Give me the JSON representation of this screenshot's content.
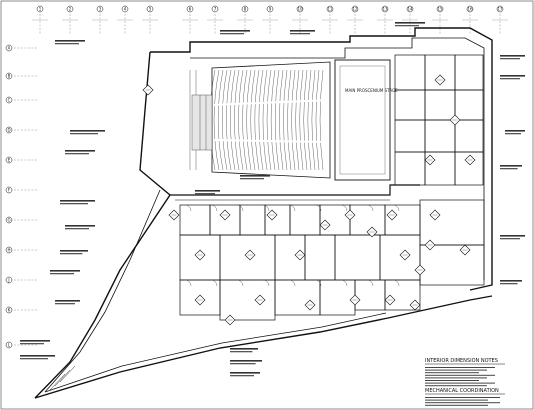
{
  "drawing": {
    "notes": {
      "interior_dimension_notes_title": "INTERIOR DIMENSION NOTES",
      "mechanical_coordination_title": "MECHANICAL COORDINATION"
    },
    "stage_label": "MAIN PROSCENIUM STAGE",
    "grid_letters_left": [
      "A",
      "B",
      "C",
      "D",
      "E",
      "F",
      "G",
      "H",
      "J",
      "K",
      "L"
    ],
    "grid_numbers_top": [
      "1",
      "2",
      "3",
      "4",
      "5",
      "6",
      "7",
      "8",
      "9",
      "10",
      "11",
      "12",
      "13",
      "14",
      "15",
      "16",
      "17"
    ]
  }
}
